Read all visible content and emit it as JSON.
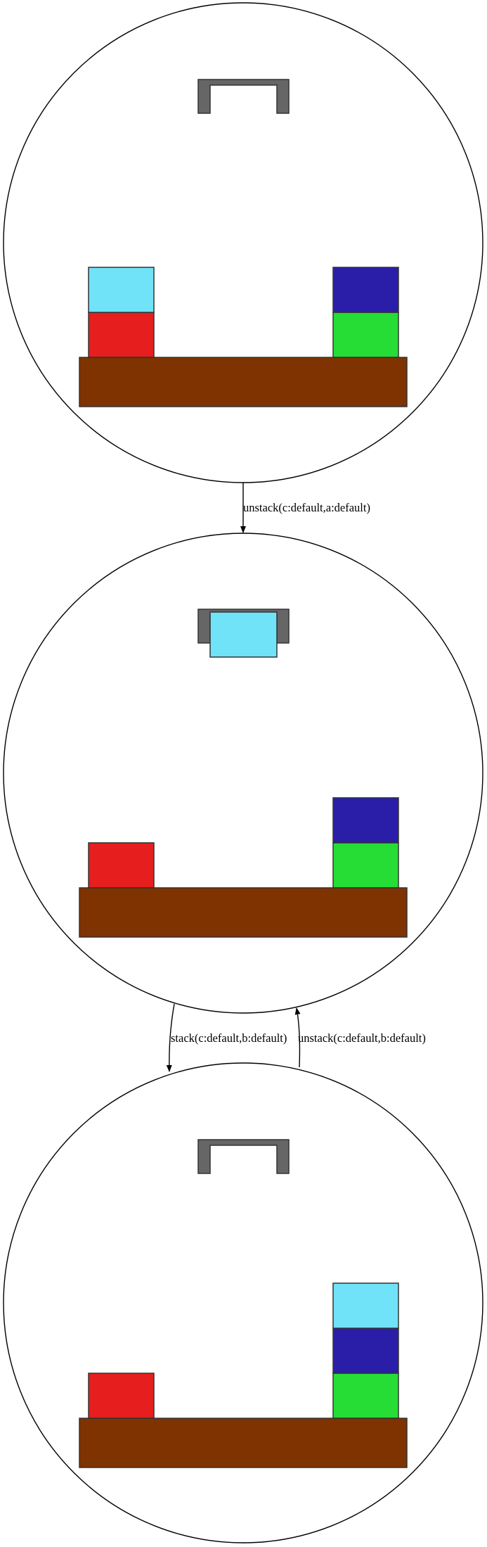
{
  "colors": {
    "background": "#ffffff",
    "node_outline": "#000000",
    "table": "#7f3300",
    "gripper": "#666666",
    "block_outline": "#333333",
    "block_a": "#e61e1e",
    "block_b": "#2a1ea8",
    "block_c": "#71e3f8",
    "block_d": "#26dd36"
  },
  "states": [
    {
      "name": "state-1",
      "holding": null,
      "stacks": [
        [
          "a",
          "c"
        ],
        [
          "d",
          "b"
        ]
      ]
    },
    {
      "name": "state-2",
      "holding": "c",
      "stacks": [
        [
          "a"
        ],
        [
          "d",
          "b"
        ]
      ]
    },
    {
      "name": "state-3",
      "holding": null,
      "stacks": [
        [
          "a"
        ],
        [
          "d",
          "b",
          "c"
        ]
      ]
    }
  ],
  "transitions": [
    {
      "from": 0,
      "to": 1,
      "label": "unstack(c:default,a:default)"
    },
    {
      "from": 1,
      "to": 2,
      "label": "stack(c:default,b:default)"
    },
    {
      "from": 2,
      "to": 1,
      "label": "unstack(c:default,b:default)"
    }
  ]
}
